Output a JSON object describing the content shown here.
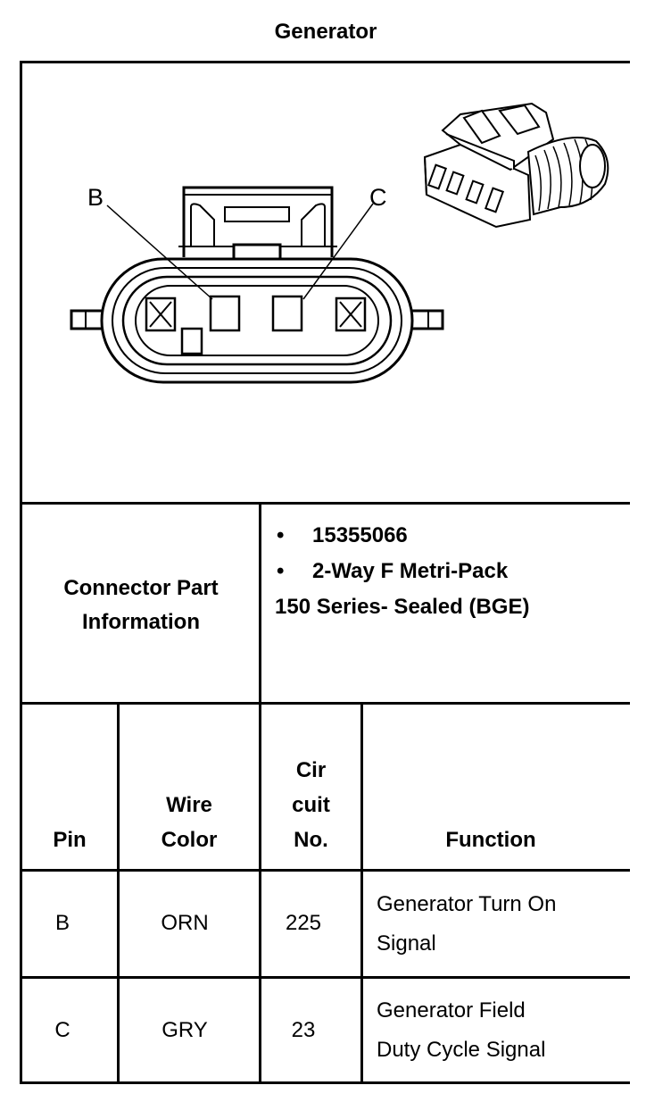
{
  "title": "Generator",
  "diagram": {
    "pin_labels": [
      "B",
      "C"
    ]
  },
  "connector_info": {
    "label_line1": "Connector Part",
    "label_line2": "Information",
    "items": [
      {
        "bullet": "•",
        "text": "15355066"
      },
      {
        "bullet": "•",
        "text": "2-Way F Metri-Pack"
      }
    ],
    "continuation": "150 Series- Sealed (BGE)"
  },
  "table": {
    "headers": {
      "pin": "Pin",
      "wire_line1": "Wire",
      "wire_line2": "Color",
      "circuit_line1": "Cir",
      "circuit_line2": "cuit",
      "circuit_line3": "No.",
      "function": "Function"
    },
    "rows": [
      {
        "pin": "B",
        "wire": "ORN",
        "circuit": "225",
        "function_line1": "Generator Turn On",
        "function_line2": "Signal"
      },
      {
        "pin": "C",
        "wire": "GRY",
        "circuit": "23",
        "function_line1": "Generator Field",
        "function_line2": "Duty Cycle Signal"
      }
    ]
  }
}
